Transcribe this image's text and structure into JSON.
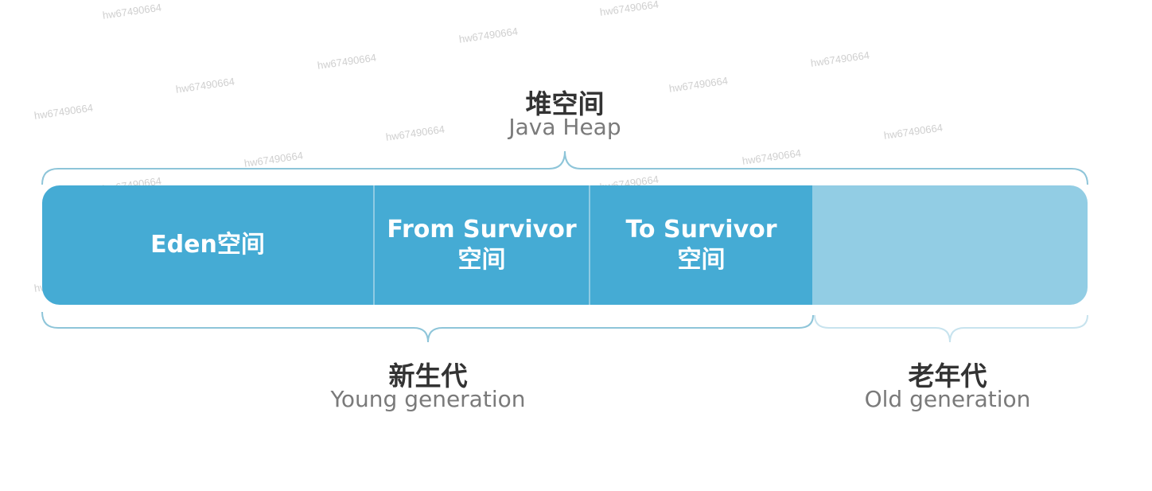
{
  "heap": {
    "title_zh": "堆空间",
    "title_en": "Java Heap"
  },
  "segments": {
    "eden": {
      "line1": "Eden空间",
      "line2": ""
    },
    "from_survivor": {
      "line1": "From Survivor",
      "line2": "空间"
    },
    "to_survivor": {
      "line1": "To Survivor",
      "line2": "空间"
    },
    "old": {
      "line1": "",
      "line2": ""
    }
  },
  "young": {
    "title_zh": "新生代",
    "title_en": "Young generation"
  },
  "old_gen": {
    "title_zh": "老年代",
    "title_en": "Old generation"
  },
  "watermark": {
    "text": "hw67490664"
  },
  "colors": {
    "dark_segment": "#45abd4",
    "light_segment": "#92cde4",
    "brace": "#8ec5d9",
    "title_text": "#333333",
    "subtitle_text": "#7a7a7a"
  }
}
